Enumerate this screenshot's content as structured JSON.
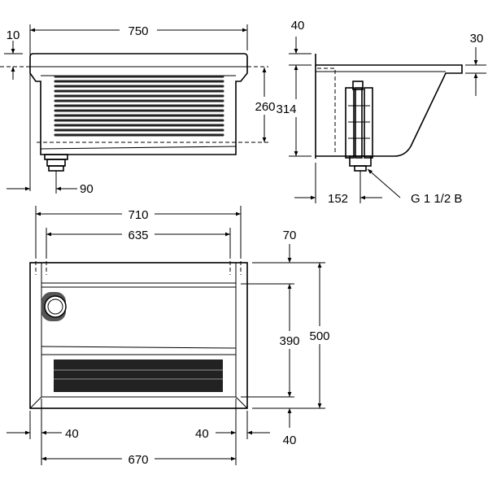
{
  "drawing": {
    "front_view": {
      "width_overall": "750",
      "rim_thickness": "10",
      "height_fixing": "260",
      "drain_offset": "90"
    },
    "side_view": {
      "wall_gap": "40",
      "height": "314",
      "rim_height": "30",
      "drain_depth": "152",
      "drain_thread": "G 1 1/2 B"
    },
    "top_view": {
      "width_outer": "710",
      "width_fixing": "635",
      "rear_margin": "70",
      "depth_inner": "390",
      "depth_overall": "500",
      "left_margin": "40",
      "right_margin": "40",
      "front_margin": "40",
      "width_inner": "670"
    }
  }
}
